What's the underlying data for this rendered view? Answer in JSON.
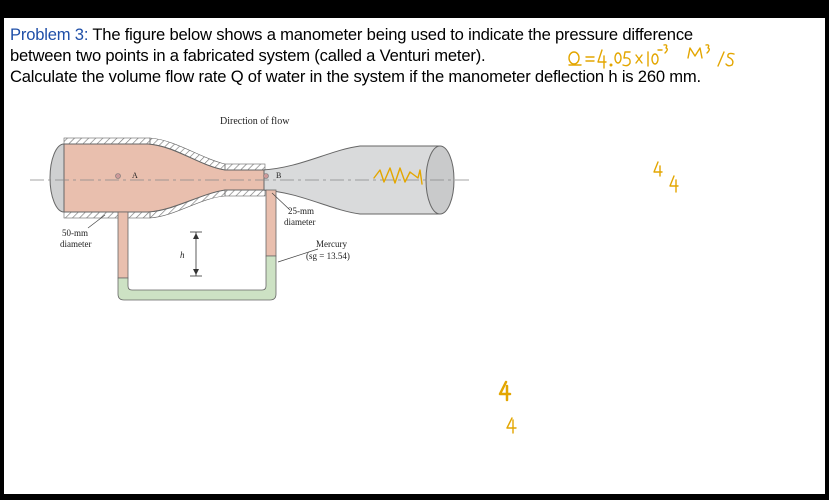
{
  "problem": {
    "label": "Problem 3:",
    "line1_rest": " The figure below shows a manometer being used to indicate the pressure difference",
    "line2": "between two points in a fabricated system (called a Venturi meter).",
    "line3": "Calculate the volume flow rate Q of water in the system if the manometer deflection h is 260 mm."
  },
  "figure": {
    "direction_label": "Direction of flow",
    "point_a": "A",
    "point_b": "B",
    "throat_dia_1": "25-mm",
    "throat_dia_2": "diameter",
    "inlet_dia_1": "50-mm",
    "inlet_dia_2": "diameter",
    "h_label": "h",
    "mercury_1": "Mercury",
    "mercury_2": "(sg = 13.54)"
  },
  "handwriting": {
    "annotation": "Q = 4.05×10⁻³ m³/s",
    "digits": [
      "4",
      "4",
      "4",
      "4"
    ]
  },
  "colors": {
    "problem_label": "#1f4fa8",
    "water_fill": "#e9bfae",
    "mercury_fill": "#cde2c4",
    "pipe_fill": "#d9dadb",
    "handwriting": "#e3a600"
  }
}
